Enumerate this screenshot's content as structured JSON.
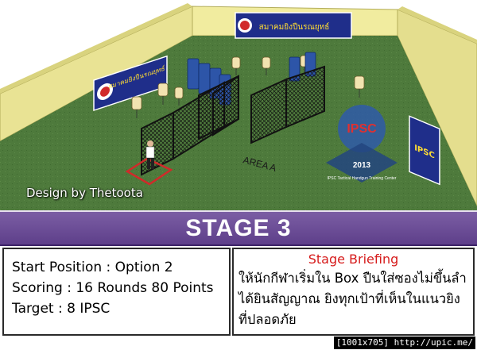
{
  "scene": {
    "credit": "Design by Thetoota",
    "area_label": "AREA A",
    "banner_top": "สมาคมยิงปืนรณยุทธ์",
    "banner_left": "สมาคมยิงปืนรณยุทธ์",
    "banner_right": "IPSC",
    "logo_text": "IPSC",
    "logo_year": "2013",
    "logo_caption": "IPSC Tactical Handgun Training Center",
    "colors": {
      "grass": "#4e7a3c",
      "wall": "#e9e394",
      "banner": "#1f2e8a",
      "fence": "#1a1a1a",
      "barrel": "#2d55a8",
      "start_box": "#d12a2a"
    }
  },
  "title": "STAGE 3",
  "info": {
    "start_position": "Start Position : Option 2",
    "scoring": "Scoring : 16 Rounds 80 Points",
    "target": "Target : 8 IPSC"
  },
  "briefing": {
    "heading": "Stage Briefing",
    "lines": [
      "ให้นักกีฬาเริ่มใน Box ปืนใส่ซองไม่ขึ้นลำ",
      "ได้ยินสัญญาณ ยิงทุกเป้าที่เห็นในแนวยิง",
      "ที่ปลอดภัย"
    ]
  },
  "footer": "[1001x705] http://upic.me/"
}
